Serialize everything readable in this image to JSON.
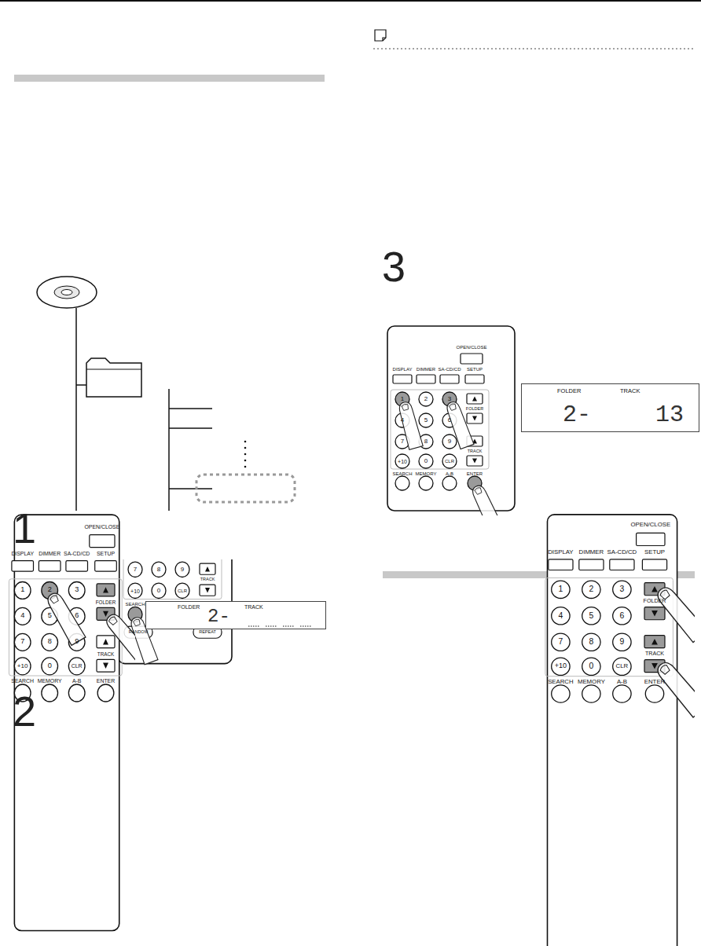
{
  "diagram": {
    "nodes": [
      {
        "text": [
          "FOLDER",
          "TRACK",
          "2-"
        ]
      },
      {
        "text": [
          "FOLDER",
          "TRACK",
          "2-",
          "13"
        ]
      }
    ],
    "labels": [
      "1",
      "7",
      "8",
      "9",
      "TRACK",
      "+10",
      "0",
      "CLR",
      "SEARCH",
      "MEMORY",
      "A-B",
      "ENTER",
      "RANDOM",
      "REPEAT",
      "2",
      "OPEN/CLOSE",
      "DISPLAY",
      "DIMMER",
      "SA-CD/CD",
      "SETUP",
      "1",
      "2",
      "3",
      "FOLDER",
      "4",
      "5",
      "6",
      "7",
      "8",
      "9",
      "TRACK",
      "+10",
      "0",
      "CLR",
      "SEARCH",
      "MEMORY",
      "A-B",
      "ENTER",
      "3",
      "OPEN/CLOSE",
      "DISPLAY",
      "DIMMER",
      "SA-CD/CD",
      "SETUP",
      "1",
      "2",
      "3",
      "FOLDER",
      "4",
      "5",
      "6",
      "7",
      "8",
      "9",
      "TRACK",
      "+10",
      "0",
      "CLR",
      "SEARCH",
      "MEMORY",
      "A-B",
      "ENTER",
      "OPEN/CLOSE",
      "DISPLAY",
      "DIMMER",
      "SA-CD/CD",
      "SETUP",
      "1",
      "2",
      "3",
      "FOLDER",
      "4",
      "5",
      "6",
      "7",
      "8",
      "9",
      "TRACK",
      "+10",
      "0",
      "CLR",
      "SEARCH",
      "MEMORY",
      "A-B",
      "ENTER"
    ]
  }
}
